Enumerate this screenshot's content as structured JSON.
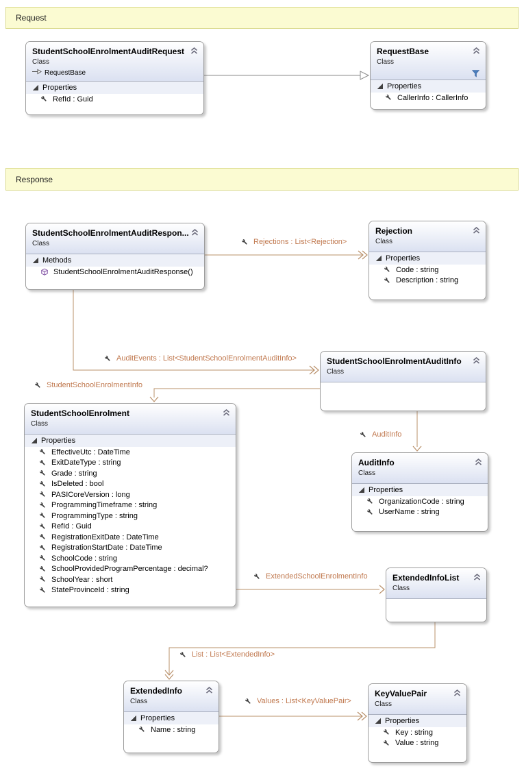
{
  "banners": [
    {
      "label": "Request"
    },
    {
      "label": "Response"
    }
  ],
  "colors": {
    "banner_bg": "#fbfbd2",
    "banner_border": "#d9d98a",
    "association_line": "#b9906a",
    "association_label": "#c0784e",
    "inheritance_line": "#8a8a8a",
    "header_gradient_bottom": "#dbe1f1",
    "section_band_bg": "#edf0f8",
    "method_icon_purple": "#7a4b9e",
    "filter_icon_blue": "#4a7ebc"
  },
  "icons": {
    "property_member": "wrench-icon",
    "method_member": "cube-icon",
    "collapse": "double-chevron-up-icon",
    "section_expander": "triangle-expander-icon",
    "filter": "funnel-icon",
    "base_type": "hollow-arrow-icon"
  },
  "classes": [
    {
      "id": "student-school-enrolment-audit-request",
      "title": "StudentSchoolEnrolmentAuditRequest",
      "stereotype": "Class",
      "base_type": "RequestBase",
      "sections": [
        {
          "label": "Properties",
          "members": [
            {
              "icon": "wrench-icon",
              "label": "RefId : Guid"
            }
          ]
        }
      ]
    },
    {
      "id": "request-base",
      "title": "RequestBase",
      "stereotype": "Class",
      "filter_icon": "funnel-icon",
      "sections": [
        {
          "label": "Properties",
          "members": [
            {
              "icon": "wrench-icon",
              "label": "CallerInfo : CallerInfo"
            }
          ]
        }
      ]
    },
    {
      "id": "student-school-enrolment-audit-response",
      "title": "StudentSchoolEnrolmentAuditRespon...",
      "stereotype": "Class",
      "sections": [
        {
          "label": "Methods",
          "members": [
            {
              "icon": "cube-icon",
              "label": "StudentSchoolEnrolmentAuditResponse()"
            }
          ]
        }
      ]
    },
    {
      "id": "rejection",
      "title": "Rejection",
      "stereotype": "Class",
      "sections": [
        {
          "label": "Properties",
          "members": [
            {
              "icon": "wrench-icon",
              "label": "Code : string"
            },
            {
              "icon": "wrench-icon",
              "label": "Description : string"
            }
          ]
        }
      ]
    },
    {
      "id": "student-school-enrolment-audit-info",
      "title": "StudentSchoolEnrolmentAuditInfo",
      "stereotype": "Class",
      "empty_body": true,
      "sections": []
    },
    {
      "id": "student-school-enrolment",
      "title": "StudentSchoolEnrolment",
      "stereotype": "Class",
      "sections": [
        {
          "label": "Properties",
          "members": [
            {
              "icon": "wrench-icon",
              "label": "EffectiveUtc : DateTime"
            },
            {
              "icon": "wrench-icon",
              "label": "ExitDateType : string"
            },
            {
              "icon": "wrench-icon",
              "label": "Grade : string"
            },
            {
              "icon": "wrench-icon",
              "label": "IsDeleted : bool"
            },
            {
              "icon": "wrench-icon",
              "label": "PASICoreVersion : long"
            },
            {
              "icon": "wrench-icon",
              "label": "ProgrammingTimeframe : string"
            },
            {
              "icon": "wrench-icon",
              "label": "ProgrammingType : string"
            },
            {
              "icon": "wrench-icon",
              "label": "RefId : Guid"
            },
            {
              "icon": "wrench-icon",
              "label": "RegistrationExitDate : DateTime"
            },
            {
              "icon": "wrench-icon",
              "label": "RegistrationStartDate : DateTime"
            },
            {
              "icon": "wrench-icon",
              "label": "SchoolCode : string"
            },
            {
              "icon": "wrench-icon",
              "label": "SchoolProvidedProgramPercentage : decimal?"
            },
            {
              "icon": "wrench-icon",
              "label": "SchoolYear : short"
            },
            {
              "icon": "wrench-icon",
              "label": "StateProvinceId : string"
            }
          ]
        }
      ]
    },
    {
      "id": "audit-info",
      "title": "AuditInfo",
      "stereotype": "Class",
      "sections": [
        {
          "label": "Properties",
          "members": [
            {
              "icon": "wrench-icon",
              "label": "OrganizationCode : string"
            },
            {
              "icon": "wrench-icon",
              "label": "UserName : string"
            }
          ]
        }
      ]
    },
    {
      "id": "extended-info-list",
      "title": "ExtendedInfoList",
      "stereotype": "Class",
      "empty_body": true,
      "sections": []
    },
    {
      "id": "extended-info",
      "title": "ExtendedInfo",
      "stereotype": "Class",
      "sections": [
        {
          "label": "Properties",
          "members": [
            {
              "icon": "wrench-icon",
              "label": "Name : string"
            }
          ]
        }
      ]
    },
    {
      "id": "key-value-pair",
      "title": "KeyValuePair",
      "stereotype": "Class",
      "sections": [
        {
          "label": "Properties",
          "members": [
            {
              "icon": "wrench-icon",
              "label": "Key : string"
            },
            {
              "icon": "wrench-icon",
              "label": "Value : string"
            }
          ]
        }
      ]
    }
  ],
  "connectors": [
    {
      "id": "generalization-requestbase",
      "kind": "inheritance",
      "label": ""
    },
    {
      "id": "rejections",
      "kind": "collection",
      "label": "Rejections : List<Rejection>"
    },
    {
      "id": "audit-events",
      "kind": "collection",
      "label": "AuditEvents : List<StudentSchoolEnrolmentAuditInfo>"
    },
    {
      "id": "student-school-enrolment-info",
      "kind": "single",
      "label": "StudentSchoolEnrolmentInfo"
    },
    {
      "id": "audit-info-association",
      "kind": "single",
      "label": "AuditInfo"
    },
    {
      "id": "extended-school-enrolment-info",
      "kind": "single",
      "label": "ExtendedSchoolEnrolmentInfo"
    },
    {
      "id": "list",
      "kind": "collection",
      "label": "List : List<ExtendedInfo>"
    },
    {
      "id": "values",
      "kind": "collection",
      "label": "Values : List<KeyValuePair>"
    }
  ]
}
